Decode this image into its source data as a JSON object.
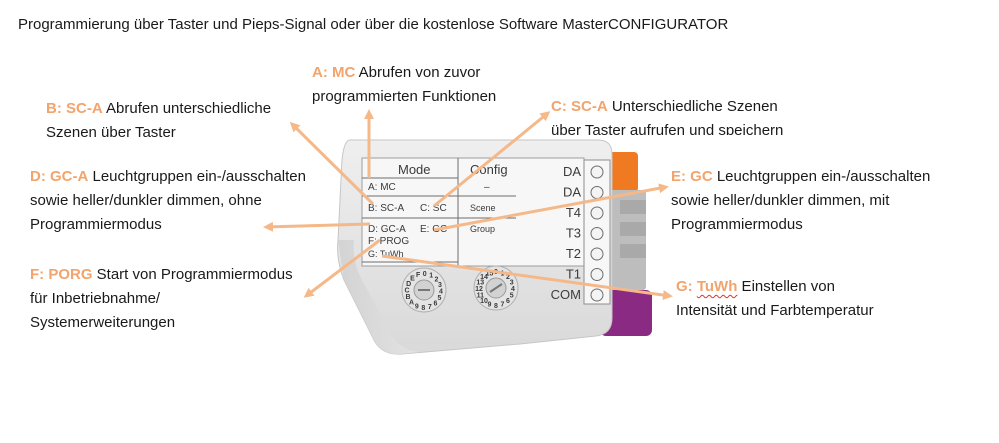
{
  "heading": "Programmierung über Taster und Pieps-Signal oder über die kostenlose Software MasterCONFIGURATOR",
  "callouts": {
    "a": {
      "key": "A: MC",
      "line1": " Abrufen von zuvor",
      "line2": "programmierten Funktionen"
    },
    "b": {
      "key": "B: SC-A",
      "line1": " Abrufen unterschiedliche",
      "line2": "Szenen über Taster"
    },
    "c": {
      "key": "C: SC-A",
      "line1": " Unterschiedliche Szenen",
      "line2": "über Taster aufrufen und speichern"
    },
    "d": {
      "key": "D: GC-A",
      "line1": " Leuchtgruppen ein-/ausschalten",
      "line2": "sowie heller/dunkler dimmen, ohne",
      "line3": "Programmiermodus"
    },
    "e": {
      "key": "E: GC",
      "line1": " Leuchtgruppen ein-/ausschalten",
      "line2": "sowie heller/dunkler dimmen, mit",
      "line3": "Programmiermodus"
    },
    "f": {
      "key": "F: PORG",
      "line1": " Start von Programmiermodus",
      "line2": "für Inbetriebnahme/",
      "line3": "Systemerweiterungen"
    },
    "g": {
      "key": "G: ",
      "key_word": "TuWh",
      "line1": " Einstellen von",
      "line2": "Intensität und Farbtemperatur"
    }
  },
  "device": {
    "mode_header": "Mode",
    "config_header": "Config",
    "config_dash": "–",
    "row_mc": "A: MC",
    "row_sca": "B: SC-A",
    "row_sc": "C: SC",
    "row_scene": "Scene",
    "row_gca": "D: GC-A",
    "row_gc": "E: GC",
    "row_group": "Group",
    "row_prog": "F: PROG",
    "row_tuwh": "G: TuWh",
    "terminals": [
      "DA",
      "DA",
      "T4",
      "T3",
      "T2",
      "T1",
      "COM"
    ],
    "dial_left_digits": [
      "F",
      "0",
      "1",
      "2",
      "3",
      "4",
      "5",
      "6",
      "7",
      "8",
      "9",
      "A",
      "B",
      "C",
      "D",
      "E"
    ],
    "dial_right_digits": [
      "0",
      "1",
      "2",
      "3",
      "4",
      "5",
      "6",
      "7",
      "8",
      "9",
      "10",
      "11",
      "12",
      "13",
      "14",
      "15"
    ]
  },
  "colors": {
    "arrow": "#f5b888",
    "key": "#f2a46c",
    "terminal_orange": "#f07a22",
    "terminal_grey": "#b8b8b8",
    "terminal_purple": "#8a2a82"
  }
}
